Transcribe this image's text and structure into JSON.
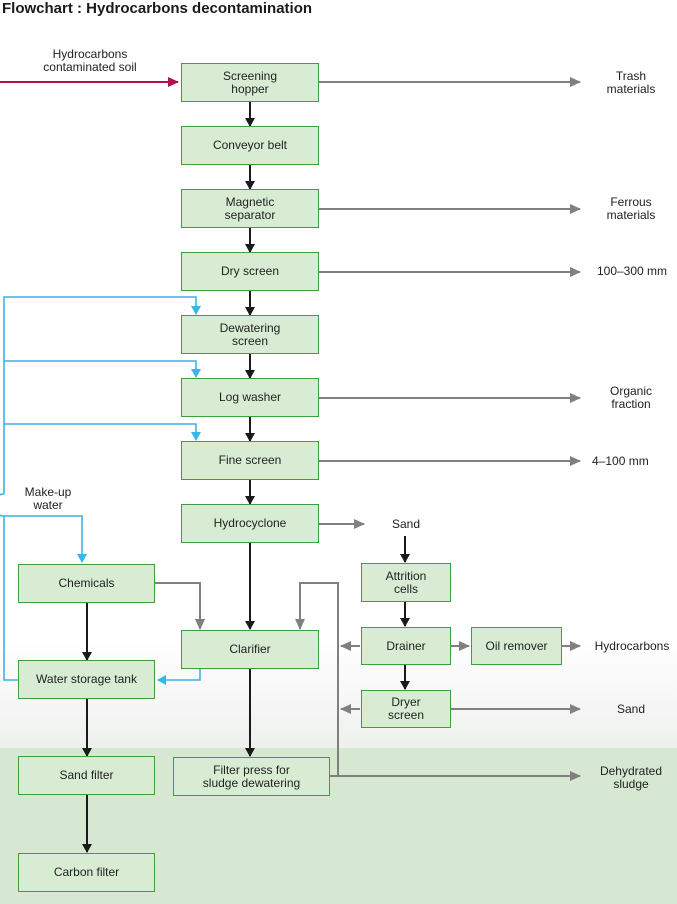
{
  "title": "Flowchart : Hydrocarbons decontamination",
  "colors": {
    "box_fill": "#d8ecd4",
    "box_border": "#3aa041",
    "main_arrow": "#1a1a1a",
    "output_arrow": "#808080",
    "water_line": "#3bb4e6",
    "input_arrow": "#b0124f",
    "bottom_band": "#d6e8d2"
  },
  "boxes": {
    "screening_hopper": "Screening\nhopper",
    "conveyor_belt": "Conveyor belt",
    "magnetic_separator": "Magnetic\nseparator",
    "dry_screen": "Dry screen",
    "dewatering_screen": "Dewatering\nscreen",
    "log_washer": "Log washer",
    "fine_screen": "Fine screen",
    "hydrocyclone": "Hydrocyclone",
    "chemicals": "Chemicals",
    "clarifier": "Clarifier",
    "water_storage_tank": "Water storage tank",
    "sand_filter": "Sand filter",
    "carbon_filter": "Carbon filter",
    "filter_press": "Filter press for\nsludge dewatering",
    "attrition_cells": "Attrition\ncells",
    "drainer": "Drainer",
    "oil_remover": "Oil remover",
    "dryer_screen": "Dryer\nscreen"
  },
  "labels": {
    "input": "Hydrocarbons\ncontaminated soil",
    "trash": "Trash\nmaterials",
    "ferrous": "Ferrous\nmaterials",
    "size_100_300": "100–300 mm",
    "organic": "Organic\nfraction",
    "size_4_100": "4–100 mm",
    "sand_cyclone": "Sand",
    "makeup_water": "Make-up\nwater",
    "hydrocarbons_out": "Hydrocarbons",
    "sand_out": "Sand",
    "dehydrated_sludge": "Dehydrated\nsludge"
  }
}
